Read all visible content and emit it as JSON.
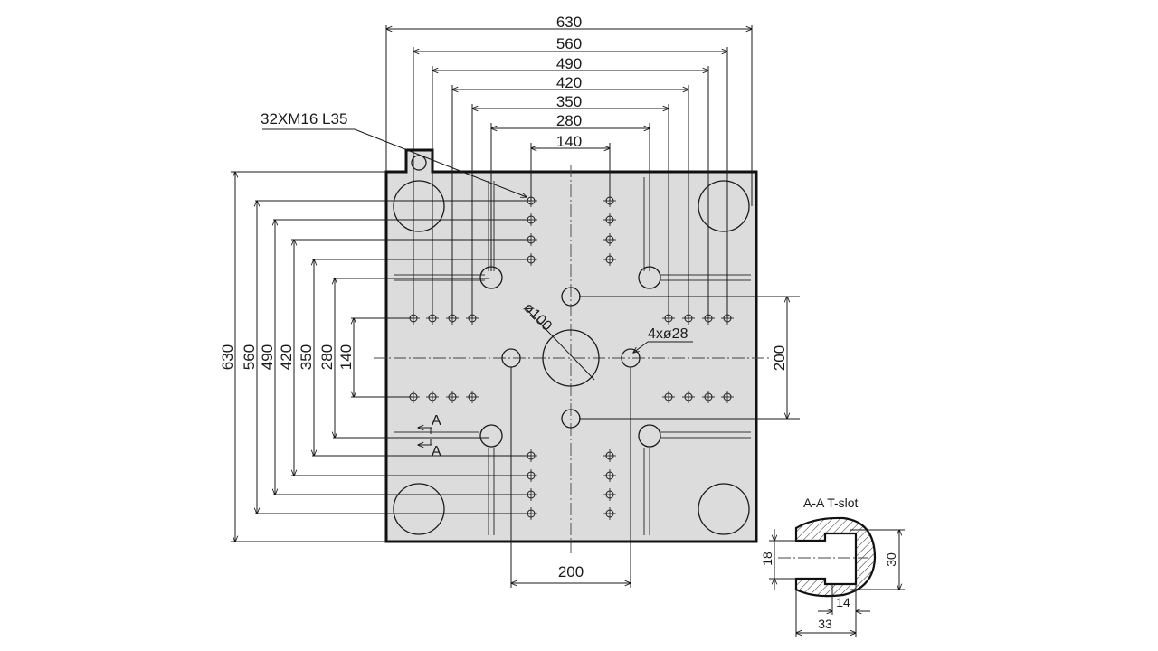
{
  "title": "",
  "top_dimensions": [
    "630",
    "560",
    "490",
    "420",
    "350",
    "280",
    "140"
  ],
  "left_dimensions": [
    "630",
    "560",
    "490",
    "420",
    "350",
    "280",
    "140"
  ],
  "right_dimension": "200",
  "bottom_dimension": "200",
  "thread_note": "32XM16 L35",
  "center_hole_label": "ø100",
  "small_holes_label": "4xø28",
  "section_marks": [
    "A",
    "A"
  ],
  "tslot": {
    "title": "A-A T-slot",
    "dims": [
      "18",
      "30",
      "14",
      "33"
    ]
  }
}
